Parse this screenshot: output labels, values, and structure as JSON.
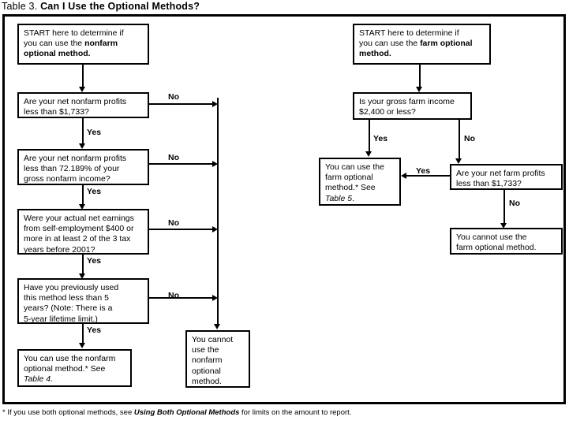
{
  "title": {
    "prefix": "Table 3. ",
    "question": "Can I Use the Optional Methods?"
  },
  "footnote": {
    "lead": "* If you use both optional methods, see ",
    "italic": "Using Both Optional Methods",
    "tail": " for limits on the amount to report."
  },
  "colors": {
    "ink": "#000000",
    "paper": "#ffffff"
  },
  "nonfarm_branch": {
    "start": {
      "line1": "START here to determine if",
      "line2_plain": "you can use the ",
      "line2_bold": "nonfarm",
      "line3_bold": "optional method."
    },
    "q1": {
      "line1": "Are your net nonfarm profits",
      "line2": "less than $1,733?"
    },
    "q2": {
      "line1": "Are your net nonfarm profits",
      "line2": "less than 72.189% of your",
      "line3": "gross nonfarm income?"
    },
    "q3": {
      "line1": "Were your actual net earnings",
      "line2": "from self-employment $400 or",
      "line3": "more in at least 2 of the 3 tax",
      "line4": "years before 2001?"
    },
    "q4": {
      "line1": "Have you previously used",
      "line2": "this method less than 5",
      "line3": "years? (Note: There is a",
      "line4": "5-year lifetime limit.)"
    },
    "yes_result": {
      "line1": "You can use the nonfarm",
      "line2": "optional method.* See",
      "line3_italic": "Table 4",
      "line3_tail": "."
    },
    "no_result": {
      "line1": "You cannot",
      "line2": "use the",
      "line3": "nonfarm",
      "line4": "optional",
      "line5": "method."
    },
    "labels": {
      "yes1": "Yes",
      "yes2": "Yes",
      "yes3": "Yes",
      "yes4": "Yes",
      "no1": "No",
      "no2": "No",
      "no3": "No",
      "no4": "No"
    }
  },
  "farm_branch": {
    "start": {
      "line1": "START here to determine if",
      "line2_plain": "you can use the ",
      "line2_bold": "farm optional",
      "line3_bold": "method."
    },
    "q1": {
      "line1": "Is your gross farm income",
      "line2": "$2,400 or less?"
    },
    "q2": {
      "line1": "Are your net farm profits",
      "line2": "less than $1,733?"
    },
    "yes_result": {
      "line1": "You can use the",
      "line2": "farm optional",
      "line3": "method.* See",
      "line4_italic": "Table 5",
      "line4_tail": "."
    },
    "no_result": {
      "line1": "You cannot use the",
      "line2": "farm optional method."
    },
    "labels": {
      "yes1": "Yes",
      "no1": "No",
      "yes2": "Yes",
      "no2": "No"
    }
  }
}
